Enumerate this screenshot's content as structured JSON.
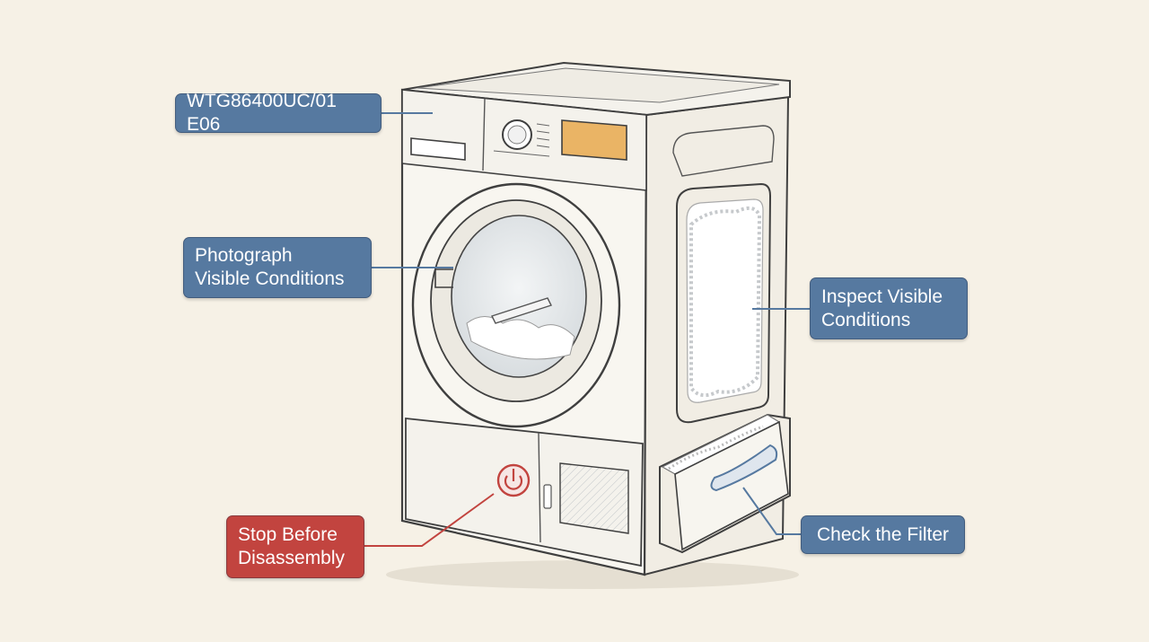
{
  "labels": {
    "model_code": "WTG86400UC/01 E06",
    "photograph_line1": "Photograph",
    "photograph_line2": "Visible Conditions",
    "inspect_line1": "Inspect Visible",
    "inspect_line2": "Conditions",
    "stop_line1": "Stop Before",
    "stop_line2": "Disassembly",
    "check_filter": "Check the Filter"
  },
  "colors": {
    "background": "#f6f1e6",
    "label_blue": "#5679a0",
    "label_red": "#c2443f",
    "display_panel": "#eab465",
    "lint": "#ffffff",
    "outline": "#3f3f3f"
  },
  "icons": {
    "power_button": "power-icon",
    "control_knob": "knob-icon"
  }
}
